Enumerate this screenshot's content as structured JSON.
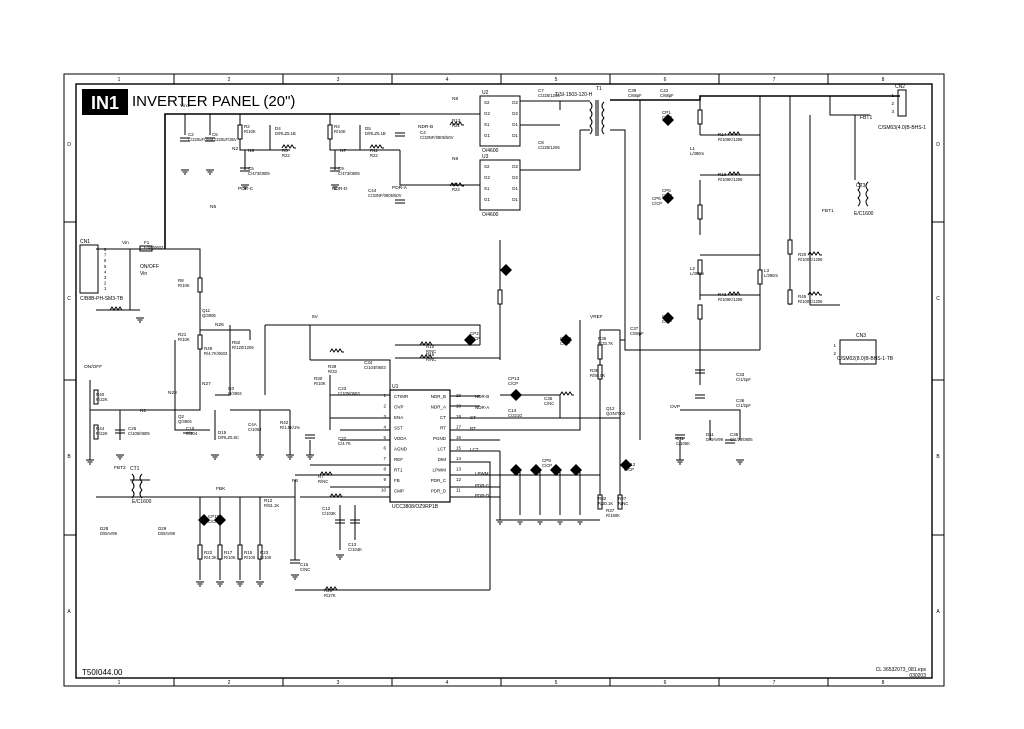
{
  "title": {
    "badge": "IN1",
    "text": "INVERTER PANEL (20\")"
  },
  "frame": {
    "cols": [
      "1",
      "2",
      "3",
      "4",
      "5",
      "6",
      "7",
      "8"
    ],
    "rows": [
      "D",
      "C",
      "B",
      "A"
    ],
    "doc_number": "T50I044.00",
    "file_name": "CL 36532073_081.eps",
    "file_date": "030203"
  },
  "ic": {
    "name": "U1",
    "part": "UCC3808/OZ9RP1B",
    "left_pins": [
      {
        "name": "CTIMR",
        "num": "1"
      },
      {
        "name": "OVP",
        "num": "2"
      },
      {
        "name": "ENA",
        "num": "3"
      },
      {
        "name": "SST",
        "num": "4"
      },
      {
        "name": "VDDA",
        "num": "5"
      },
      {
        "name": "AGND",
        "num": "6"
      },
      {
        "name": "REF",
        "num": "7"
      },
      {
        "name": "RT1",
        "num": "8"
      },
      {
        "name": "FB",
        "num": "9"
      },
      {
        "name": "CMP",
        "num": "10"
      }
    ],
    "right_pins": [
      {
        "name": "NDR_B",
        "num": "20"
      },
      {
        "name": "NDR_A",
        "num": "19"
      },
      {
        "name": "CT",
        "num": "18"
      },
      {
        "name": "RT",
        "num": "17"
      },
      {
        "name": "PGND",
        "num": "16"
      },
      {
        "name": "LCT",
        "num": "15"
      },
      {
        "name": "DIM",
        "num": "14"
      },
      {
        "name": "LPWM",
        "num": "13"
      },
      {
        "name": "PDR_C",
        "num": "12"
      },
      {
        "name": "PDR_D",
        "num": "11"
      }
    ],
    "net_labels": [
      "NDR-B",
      "NDR-A",
      "CT",
      "RT",
      "LCT",
      "LPWM",
      "PDR-C",
      "PDR-D"
    ]
  },
  "mosfets": [
    {
      "name": "U2",
      "part": "O/4600",
      "pins_left": [
        "S2",
        "G2",
        "S1",
        "G1"
      ],
      "pins_right": [
        "D2",
        "D2",
        "D1",
        "D1"
      ]
    },
    {
      "name": "U3",
      "part": "O/4600",
      "pins_left": [
        "S2",
        "G2",
        "S1",
        "G1"
      ],
      "pins_right": [
        "D2",
        "D2",
        "D1",
        "D1"
      ]
    }
  ],
  "connectors": [
    {
      "name": "CN1",
      "part": "C/B8B-PH-SM3-TB",
      "pins": [
        "8",
        "7",
        "6",
        "5",
        "4",
        "3",
        "2",
        "1"
      ],
      "nets": [
        "ON/OFF",
        "Vin"
      ]
    },
    {
      "name": "CN2",
      "part": "C/SM03(4.0)B-BHS-1",
      "pins": [
        "1",
        "2",
        "3"
      ],
      "net": "FBT1"
    },
    {
      "name": "CN3",
      "part": "C/SM02(8.0)B-BHS-1-TB",
      "pins": [
        "1",
        "2"
      ]
    }
  ],
  "transformers": [
    {
      "name": "T1",
      "part": "T/SI-1503-120-H"
    },
    {
      "name": "CT1",
      "part": "E/C1600"
    },
    {
      "name": "CT3",
      "part": "E/C1600"
    }
  ],
  "nets": [
    "Vin",
    "Vin1",
    "ON/OFF",
    "N1",
    "N2",
    "N5",
    "N6",
    "N7",
    "N8",
    "N9",
    "N26",
    "N27",
    "N28",
    "5V",
    "FB",
    "VREF",
    "OVP",
    "PDR-A",
    "PDR-C",
    "NDR-B",
    "NDR-D",
    "FBT1",
    "FBT2",
    "FBK"
  ],
  "components": [
    {
      "ref": "F1",
      "value": "F/4A/0603"
    },
    {
      "ref": "C2",
      "value": "C/220uF/35V"
    },
    {
      "ref": "C6",
      "value": "C/220uF/35V"
    },
    {
      "ref": "R2",
      "value": "R/10K"
    },
    {
      "ref": "R4",
      "value": "R/10K"
    },
    {
      "ref": "D4",
      "value": "D/RLZ5.1B"
    },
    {
      "ref": "D5",
      "value": "D/RLZ5.1B"
    },
    {
      "ref": "R5",
      "value": "R22"
    },
    {
      "ref": "R11",
      "value": "R22"
    },
    {
      "ref": "R13",
      "value": "R22"
    },
    {
      "ref": "R3",
      "value": "R22"
    },
    {
      "ref": "C4",
      "value": "C/33NF/0805/50V"
    },
    {
      "ref": "C44",
      "value": "C/33NF/0805/50V"
    },
    {
      "ref": "C5",
      "value": "C/473/0805"
    },
    {
      "ref": "C9",
      "value": "C/473/0805"
    },
    {
      "ref": "C7",
      "value": "C/225/1206"
    },
    {
      "ref": "C8",
      "value": "C/225/1206"
    },
    {
      "ref": "C39",
      "value": "C/68pF"
    },
    {
      "ref": "C42",
      "value": "C/68pF"
    },
    {
      "ref": "C37",
      "value": "C/68pF"
    },
    {
      "ref": "CP1",
      "value": "C/CP"
    },
    {
      "ref": "CP5",
      "value": "C/CP"
    },
    {
      "ref": "CP3",
      "value": "C/CP"
    },
    {
      "ref": "CP6",
      "value": "C/CP"
    },
    {
      "ref": "CP2",
      "value": "C/CP"
    },
    {
      "ref": "CP10",
      "value": "C/CP"
    },
    {
      "ref": "CP13",
      "value": "C/CP"
    },
    {
      "ref": "CP12",
      "value": "C/CP"
    },
    {
      "ref": "L1",
      "value": "L/390m"
    },
    {
      "ref": "L2",
      "value": "L/390m"
    },
    {
      "ref": "L3",
      "value": "L/390m"
    },
    {
      "ref": "R14",
      "value": "R/100K/1206"
    },
    {
      "ref": "R18",
      "value": "R/100K/1206"
    },
    {
      "ref": "R20",
      "value": "R/100K/1206"
    },
    {
      "ref": "R43",
      "value": "R/100K/1206"
    },
    {
      "ref": "R45",
      "value": "R/100K/1206"
    },
    {
      "ref": "R8",
      "value": "R/10K"
    },
    {
      "ref": "R21",
      "value": "R/10K"
    },
    {
      "ref": "R49",
      "value": "R/4.7K/0603"
    },
    {
      "ref": "R52",
      "value": "R/120/1206"
    },
    {
      "ref": "Q11",
      "value": "Q/3906"
    },
    {
      "ref": "Q2",
      "value": "Q/3904"
    },
    {
      "ref": "Q3",
      "value": "Q/3904"
    },
    {
      "ref": "Q12",
      "value": "Q/2N7002"
    },
    {
      "ref": "R40",
      "value": "R/22K"
    },
    {
      "ref": "R44",
      "value": "R/22K"
    },
    {
      "ref": "C25",
      "value": "C/105/0805"
    },
    {
      "ref": "C10",
      "value": "C/104"
    },
    {
      "ref": "D15",
      "value": "D/RLZ5.6C"
    },
    {
      "ref": "C4A",
      "value": "C/105J"
    },
    {
      "ref": "R42",
      "value": "R/1.5K/1%"
    },
    {
      "ref": "R30",
      "value": "R/10K"
    },
    {
      "ref": "R39",
      "value": "R/33"
    },
    {
      "ref": "C34",
      "value": "C/104/0603"
    },
    {
      "ref": "C23",
      "value": "C/105/0603"
    },
    {
      "ref": "C22",
      "value": "C/4.7K"
    },
    {
      "ref": "R10",
      "value": "R/NC"
    },
    {
      "ref": "R16",
      "value": "R/NC"
    },
    {
      "ref": "C14",
      "value": "C/221G"
    },
    {
      "ref": "C35",
      "value": "C/NC"
    },
    {
      "ref": "R35",
      "value": "R/33.7K"
    },
    {
      "ref": "R38",
      "value": "R/50.0K"
    },
    {
      "ref": "C33",
      "value": "C/1/2pF"
    },
    {
      "ref": "C36",
      "value": "C/1/2pF"
    },
    {
      "ref": "C11",
      "value": "C/105K"
    },
    {
      "ref": "C38",
      "value": "C/1/2J/0805"
    },
    {
      "ref": "D11",
      "value": "D/BAV99"
    },
    {
      "ref": "D28",
      "value": "D/BAV99"
    },
    {
      "ref": "D29",
      "value": "D/BAV99"
    },
    {
      "ref": "R12",
      "value": "R/51.1K"
    },
    {
      "ref": "R22",
      "value": "R/4.3K"
    },
    {
      "ref": "R17",
      "value": "R/10K"
    },
    {
      "ref": "R15",
      "value": "R/100"
    },
    {
      "ref": "R23",
      "value": "R/100"
    },
    {
      "ref": "R28",
      "value": "R/27K"
    },
    {
      "ref": "R7",
      "value": "R/NC"
    },
    {
      "ref": "R27",
      "value": "R/NC"
    },
    {
      "ref": "C12",
      "value": "C/103K"
    },
    {
      "ref": "C13",
      "value": "C/104K"
    },
    {
      "ref": "C15",
      "value": "C/NC"
    },
    {
      "ref": "R32",
      "value": "R/30.1K"
    },
    {
      "ref": "R37",
      "value": "R/180K"
    },
    {
      "ref": "CP11",
      "value": "C/CP"
    },
    {
      "ref": "CP9",
      "value": "C/CP"
    }
  ]
}
